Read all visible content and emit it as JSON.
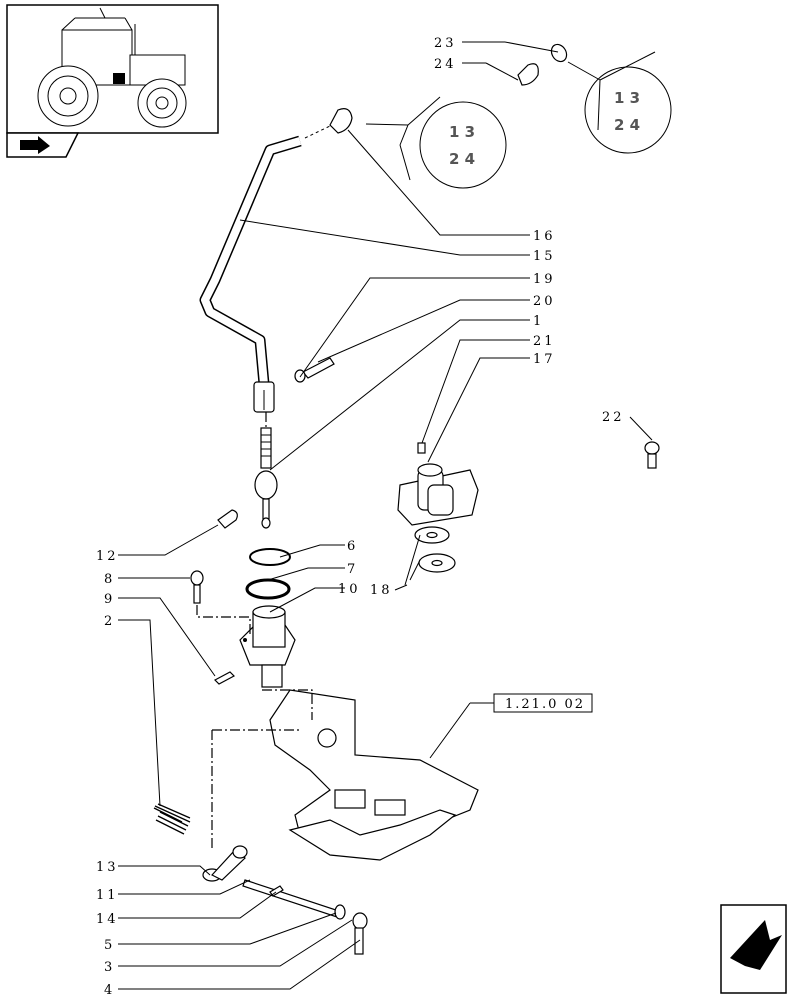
{
  "labels": {
    "l23": "23",
    "l24": "24",
    "l16": "16",
    "l15": "15",
    "l19": "19",
    "l20": "20",
    "l1": "1",
    "l21": "21",
    "l17": "17",
    "l22": "22",
    "l6": "6",
    "l12": "12",
    "l8": "8",
    "l7": "7",
    "l9": "9",
    "l10": "10",
    "l18": "18",
    "l2": "2",
    "l13": "13",
    "l11": "11",
    "l14": "14",
    "l5": "5",
    "l3": "3",
    "l4": "4"
  },
  "reference": "1.21.0 02",
  "gear_pattern": {
    "top": "1 3",
    "bottom": "2 4"
  },
  "icons": {
    "thumbnail": "tractor-thumbnail-icon",
    "arrow_small": "arrow-right-icon",
    "arrow_big": "arrow-down-left-icon"
  }
}
